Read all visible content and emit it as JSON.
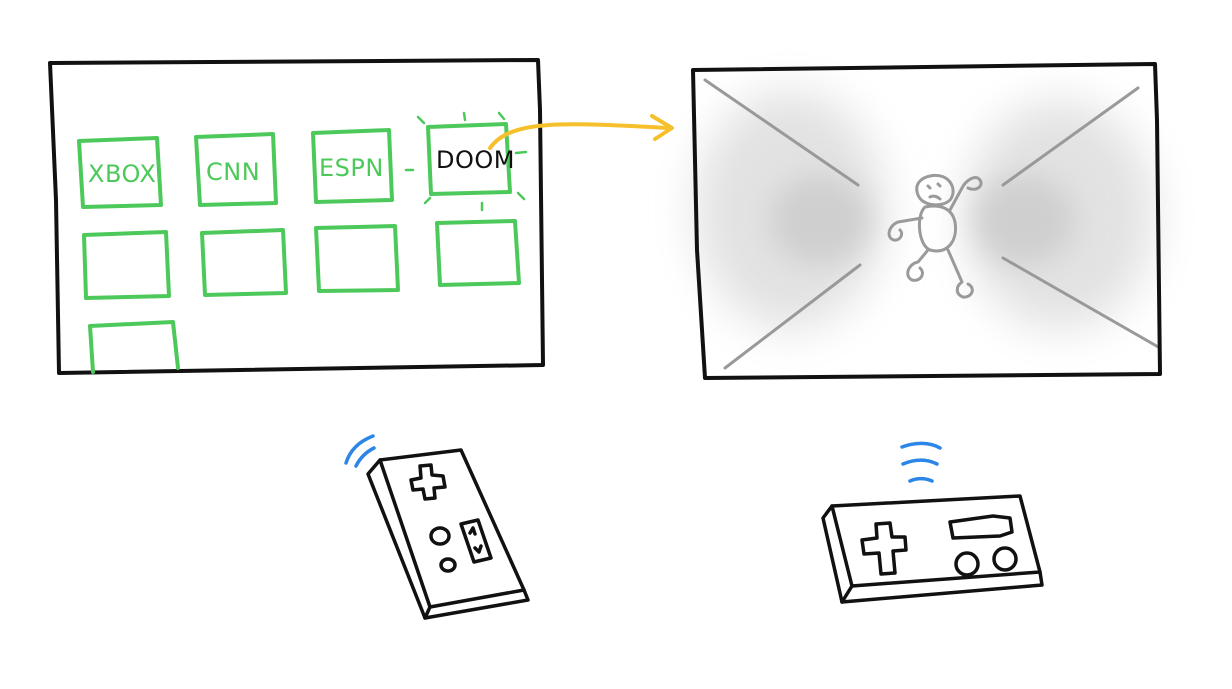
{
  "menu_screen": {
    "tiles": [
      {
        "label": "XBOX"
      },
      {
        "label": "CNN"
      },
      {
        "label": "ESPN"
      },
      {
        "label": "DOOM",
        "highlighted": true
      }
    ],
    "empty_tile_count": 5
  },
  "colors": {
    "tile_green": "#4cc95a",
    "arrow_yellow": "#f5c02b",
    "signal_blue": "#2b86e8",
    "ink": "#111111",
    "game_grey": "#9a9a9a"
  },
  "icons": {
    "remote_tilted": "game-controller-icon",
    "remote_flat": "game-controller-icon",
    "game_figure": "stick-figure-icon"
  }
}
